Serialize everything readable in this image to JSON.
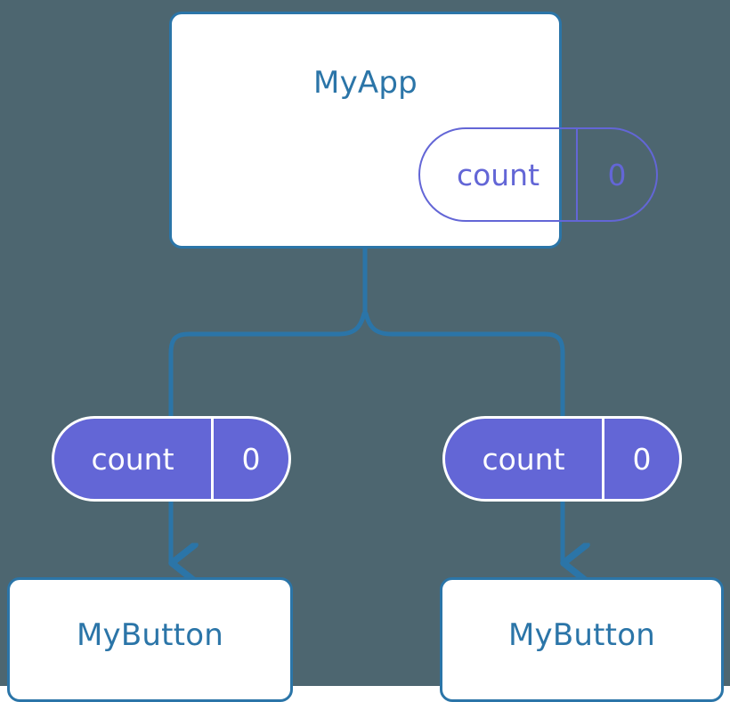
{
  "theme": {
    "background": "#4d6670",
    "wire": "#2b75a8",
    "card_border": "#2b75a8",
    "card_fill": "#ffffff",
    "title_text": "#2b75a8",
    "state_accent": "#6366d6",
    "state_text_on_fill": "#ffffff"
  },
  "diagram": {
    "root": {
      "name": "MyApp",
      "state": {
        "key": "count",
        "value": "0"
      }
    },
    "children": [
      {
        "name": "MyButton",
        "props": {
          "key": "count",
          "value": "0"
        }
      },
      {
        "name": "MyButton",
        "props": {
          "key": "count",
          "value": "0"
        }
      }
    ]
  }
}
